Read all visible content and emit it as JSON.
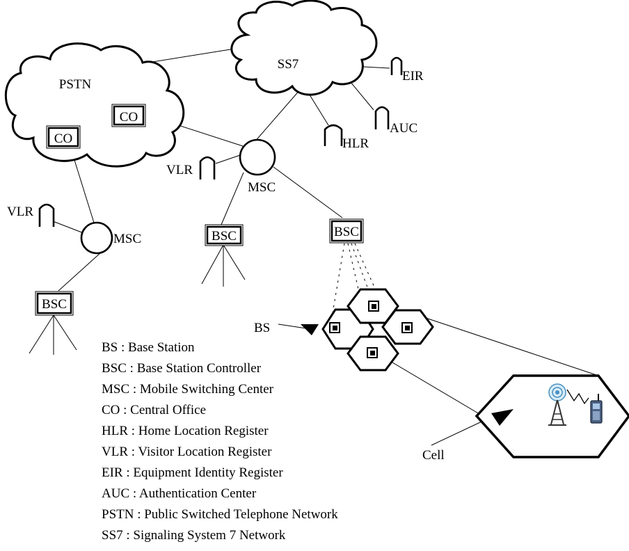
{
  "labels": {
    "ss7": "SS7",
    "pstn": "PSTN",
    "co_right": "CO",
    "co_left": "CO",
    "eir": "EIR",
    "auc": "AUC",
    "hlr": "HLR",
    "vlr_center": "VLR",
    "vlr_left": "VLR",
    "msc_center": "MSC",
    "msc_left": "MSC",
    "bsc_center": "BSC",
    "bsc_right": "BSC",
    "bsc_left": "BSC",
    "bs": "BS",
    "cell": "Cell"
  },
  "legend": [
    "BS : Base Station",
    "BSC : Base Station Controller",
    "MSC : Mobile Switching Center",
    "CO : Central Office",
    "HLR : Home Location Register",
    "VLR : Visitor Location Register",
    "EIR : Equipment Identity Register",
    "AUC : Authentication Center",
    "PSTN : Public Switched Telephone Network",
    "SS7 : Signaling System 7 Network"
  ]
}
